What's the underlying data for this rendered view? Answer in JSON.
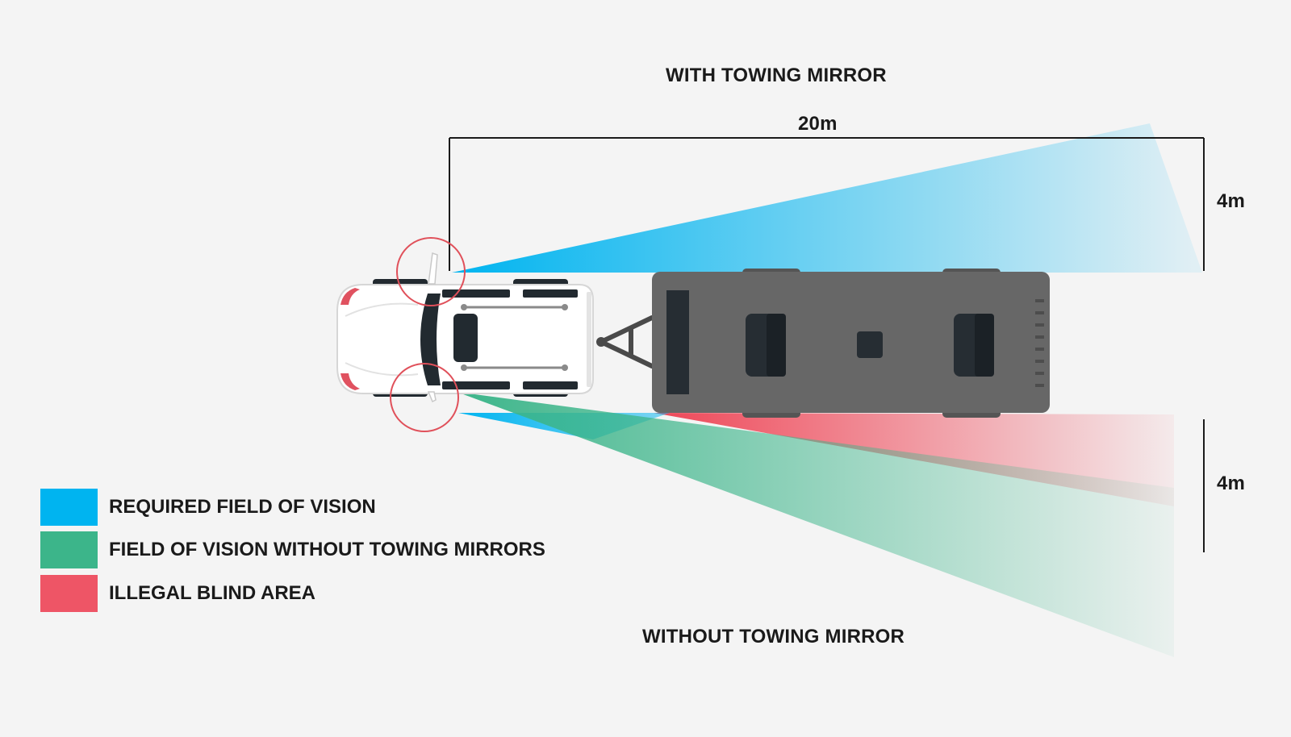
{
  "titles": {
    "with": "WITH TOWING MIRROR",
    "without": "WITHOUT TOWING MIRROR"
  },
  "dimensions": {
    "length": "20m",
    "upper_width": "4m",
    "lower_width": "4m"
  },
  "legend": {
    "items": [
      {
        "label": "REQUIRED FIELD OF VISION",
        "color": "#00b4f0"
      },
      {
        "label": "FIELD OF VISION WITHOUT TOWING MIRRORS",
        "color": "#3cb58a"
      },
      {
        "label": "ILLEGAL BLIND AREA",
        "color": "#ee5566"
      }
    ]
  },
  "colors": {
    "background": "#f4f4f4",
    "car_body": "#ffffff",
    "car_dark": "#222a30",
    "caravan_body": "#676767",
    "caravan_dark": "#262d33",
    "mirror_circle": "#e0505a",
    "dimension_line": "#1a1a1a"
  }
}
